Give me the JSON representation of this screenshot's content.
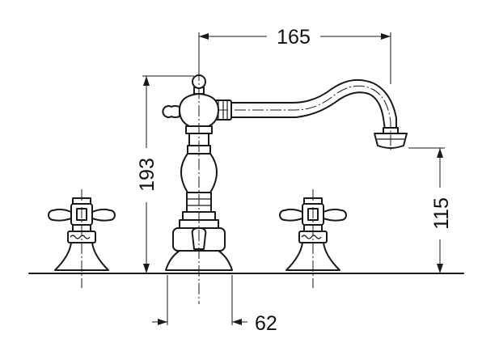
{
  "drawing": {
    "dimensions": {
      "spout_reach": "165",
      "total_height": "193",
      "spout_height": "115",
      "base_width": "62"
    }
  }
}
